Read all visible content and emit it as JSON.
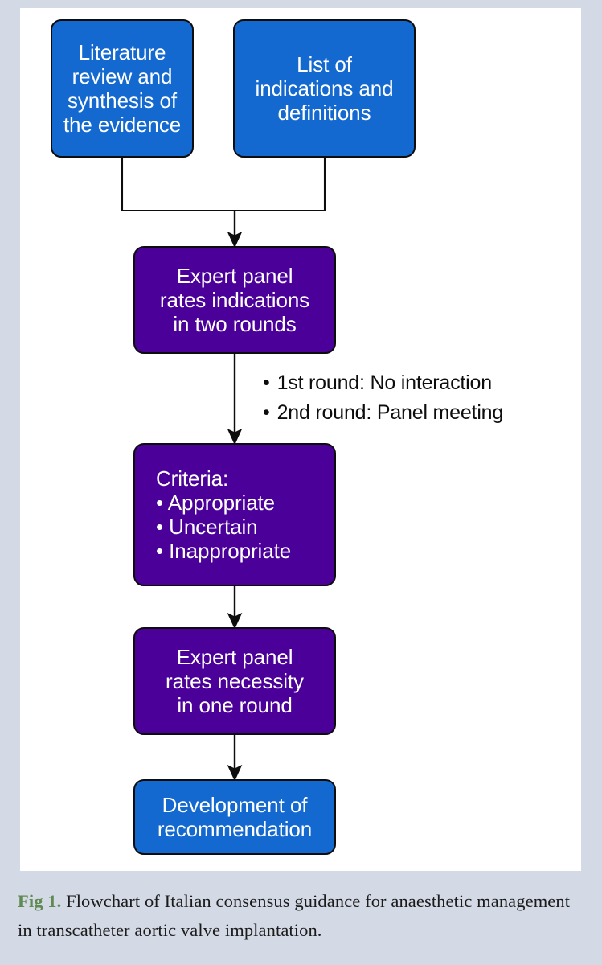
{
  "figure": {
    "panel_background": "#ffffff",
    "page_background": "#d4dae5",
    "colors": {
      "blue_node": "#1369cf",
      "purple_node": "#4b0099",
      "stroke": "#0d0d0d",
      "node_text": "#ffffff",
      "caption_text": "#1b1b1b",
      "fig_label_green": "#5f8a52"
    },
    "nodes": {
      "literature": {
        "line1": "Literature",
        "line2": "review and",
        "line3": "synthesis of",
        "line4": "the evidence"
      },
      "indications": {
        "line1": "List of",
        "line2": "indications and",
        "line3": "definitions"
      },
      "rates_indications": {
        "line1": "Expert panel",
        "line2": "rates indications",
        "line3": "in two rounds"
      },
      "criteria": {
        "heading": "Criteria:",
        "item1": "Appropriate",
        "item2": "Uncertain",
        "item3": "Inappropriate",
        "bullet": "•"
      },
      "rates_necessity": {
        "line1": "Expert panel",
        "line2": "rates necessity",
        "line3": "in one round"
      },
      "development": {
        "line1": "Development of",
        "line2": "recommendation"
      }
    },
    "round_notes": {
      "bullet": "•",
      "item1": "1st round: No interaction",
      "item2": "2nd round: Panel meeting"
    },
    "caption": {
      "fig_label": "Fig 1.",
      "text": " Flowchart of Italian consensus guidance for anaesthetic management in transcatheter aortic valve implantation."
    }
  }
}
